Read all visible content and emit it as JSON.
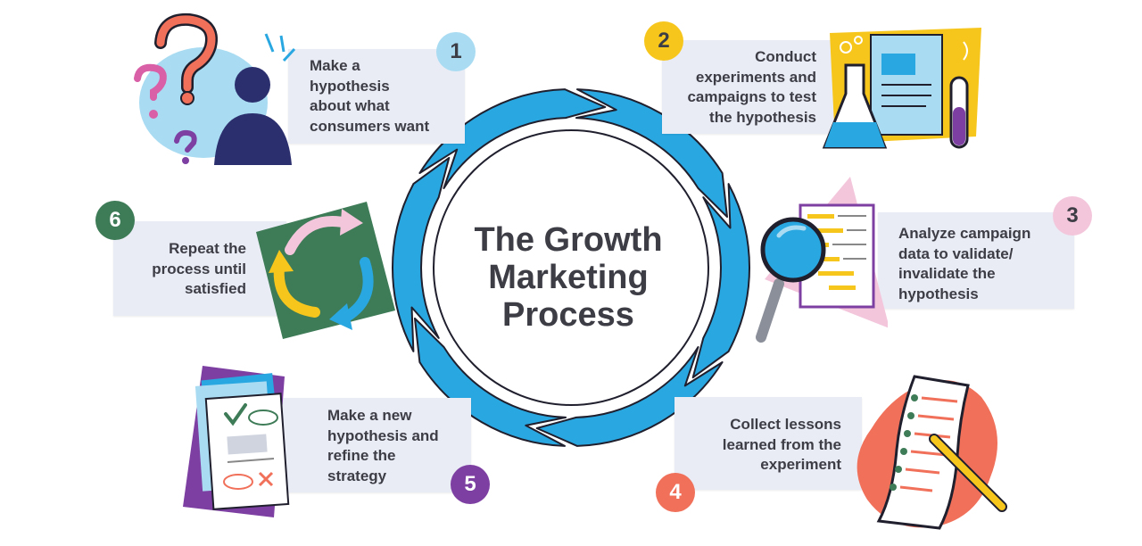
{
  "title_lines": [
    "The Growth",
    "Marketing",
    "Process"
  ],
  "colors": {
    "ring_blue": "#29a7e1",
    "ring_outline": "#1f1f2e",
    "text": "#3d3d46",
    "box_bg": "#e9ecf5",
    "badge_1": "#a9dcf2",
    "badge_2": "#f7c61d",
    "badge_3": "#f3c6dc",
    "badge_4": "#f0705a",
    "badge_5": "#7d3fa2",
    "badge_6": "#3e7b57"
  },
  "steps": [
    {
      "number": "1",
      "lines": [
        "Make a",
        "hypothesis",
        "about what",
        "consumers want"
      ],
      "icon": "question-person-icon"
    },
    {
      "number": "2",
      "lines": [
        "Conduct",
        "experiments and",
        "campaigns to test",
        "the hypothesis"
      ],
      "icon": "lab-flask-document-icon"
    },
    {
      "number": "3",
      "lines": [
        "Analyze campaign",
        "data to validate/",
        "invalidate the",
        "hypothesis"
      ],
      "icon": "magnifier-report-icon"
    },
    {
      "number": "4",
      "lines": [
        "Collect lessons",
        "learned from the",
        "experiment"
      ],
      "icon": "checklist-pencil-icon"
    },
    {
      "number": "5",
      "lines": [
        "Make a new",
        "hypothesis and",
        "refine the",
        "strategy"
      ],
      "icon": "revised-documents-icon"
    },
    {
      "number": "6",
      "lines": [
        "Repeat the",
        "process until",
        "satisfied"
      ],
      "icon": "recycle-arrows-icon"
    }
  ]
}
